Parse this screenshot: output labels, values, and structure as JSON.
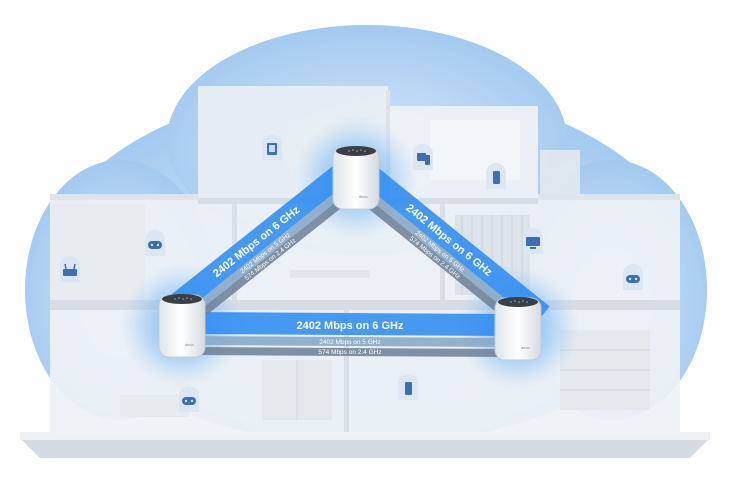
{
  "links": {
    "left_top": {
      "primary": "2402 Mbps on 6 GHz",
      "secondary": "2402 Mbps on 5 GHz",
      "tertiary": "574 Mbps on 2.4 GHz"
    },
    "top_right": {
      "primary": "2402 Mbps on 6 GHz",
      "secondary": "2402 Mbps on 5 GHz",
      "tertiary": "574 Mbps on 2.4 GHz"
    },
    "bottom": {
      "primary": "2402 Mbps on 6 GHz",
      "secondary": "2402 Mbps on 5 GHz",
      "tertiary": "574 Mbps on 2.4 GHz"
    }
  },
  "nodes": [
    {
      "name": "top",
      "logo": "deco"
    },
    {
      "name": "left",
      "logo": "deco"
    },
    {
      "name": "right",
      "logo": "deco"
    }
  ],
  "device_icons": [
    {
      "icon": "tablet-icon"
    },
    {
      "icon": "pc-icon"
    },
    {
      "icon": "phone-icon"
    },
    {
      "icon": "gamepad-icon"
    },
    {
      "icon": "tv-icon"
    },
    {
      "icon": "router-icon"
    },
    {
      "icon": "gamepad-icon"
    },
    {
      "icon": "gamepad-icon"
    },
    {
      "icon": "phone-icon"
    }
  ],
  "colors": {
    "coverage": "#8ec0ef",
    "band_6ghz": "#2f8cf0",
    "band_5ghz": "#8aa8c8",
    "band_24ghz": "#6c7f95",
    "house": "#eef2f6"
  }
}
